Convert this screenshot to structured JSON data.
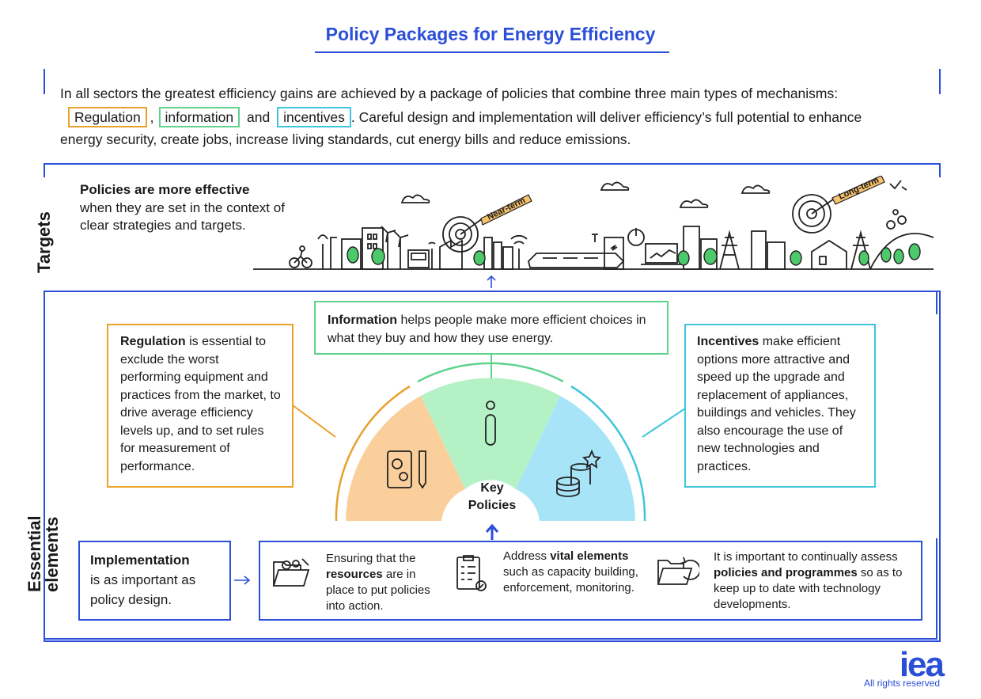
{
  "title": "Policy Packages for Energy Efficiency",
  "intro": {
    "line1": "In all sectors the greatest efficiency gains are achieved by a package of policies that combine three main types of mechanisms:",
    "tag_regulation": "Regulation",
    "comma": ",",
    "tag_information": "information",
    "and": "and",
    "tag_incentives": "incentives",
    "line2_rest": ". Careful design and implementation will deliver efficiency’s full potential to enhance",
    "line3": "energy security, create jobs, increase living standards, cut energy bills and reduce emissions."
  },
  "targets": {
    "side_label": "Targets",
    "bold": "Policies are more effective",
    "rest": "when they are set in the context of clear strategies and targets.",
    "near_term": "Near-term",
    "long_term": "Long-term"
  },
  "regulation": {
    "bold": "Regulation",
    "rest": " is essential to exclude the worst performing equipment and practices from the market, to drive average efficiency levels up, and to set rules for measurement of performance."
  },
  "information": {
    "bold": "Information",
    "rest": " helps people make more efficient choices in what they buy and how they use energy."
  },
  "incentives": {
    "bold": "Incentives",
    "rest": " make efficient options more attractive and speed up the upgrade and replacement of appliances, buildings and vehicles. They also encourage the use of new technologies and practices."
  },
  "key_policies": {
    "line1": "Key",
    "line2": "Policies"
  },
  "essential": {
    "side_label_1": "Essential",
    "side_label_2": "elements",
    "impl_bold": "Implementation",
    "impl_rest": "is as important as policy design.",
    "item1_pre": "Ensuring that the",
    "item1_bold": "resources",
    "item1_post": " are in place to put policies into action.",
    "item2_pre": "Address ",
    "item2_bold": "vital elements",
    "item2_post": " such as capacity building, enforcement, monitoring.",
    "item3_pre": "It is important to continually assess",
    "item3_bold": "policies and programmes",
    "item3_post": " so as to keep up to date with technology developments."
  },
  "logo": {
    "text": "iea",
    "rights": "All rights reserved"
  },
  "colors": {
    "blue": "#2b4fd8",
    "regulation": "#e8a12b",
    "information": "#5fd38d",
    "incentives": "#3fc6dc",
    "reg_fill": "#fbcf9c",
    "info_fill": "#b4f2c6",
    "inc_fill": "#a8e4f7",
    "tree": "#4cc96a"
  }
}
